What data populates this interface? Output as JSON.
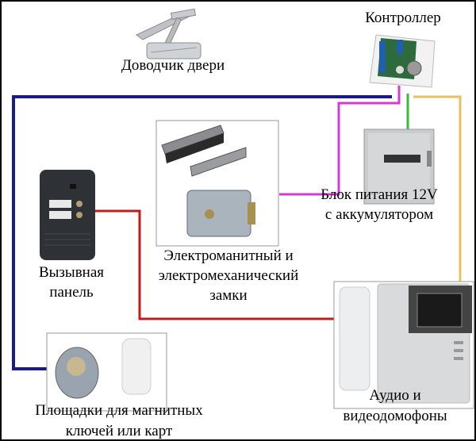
{
  "labels": {
    "door_closer": "Доводчик двери",
    "controller": "Контроллер",
    "power_supply_line1": "Блок питания 12V",
    "power_supply_line2": "с аккумулятором",
    "call_panel_line1": "Вызывная",
    "call_panel_line2": "панель",
    "locks_line1": "Электроманитный и",
    "locks_line2": "электромеханический",
    "locks_line3": "замки",
    "intercoms_line1": "Аудио и",
    "intercoms_line2": "видеодомофоны",
    "readers_line1": "Площадки для магнитных",
    "readers_line2": "ключей или карт"
  },
  "wire_colors": {
    "readers": "#1a1a8c",
    "locks": "#d63ad6",
    "power": "#3cb83c",
    "intercoms": "#e8c060",
    "call_panel": "#c01c1c"
  }
}
